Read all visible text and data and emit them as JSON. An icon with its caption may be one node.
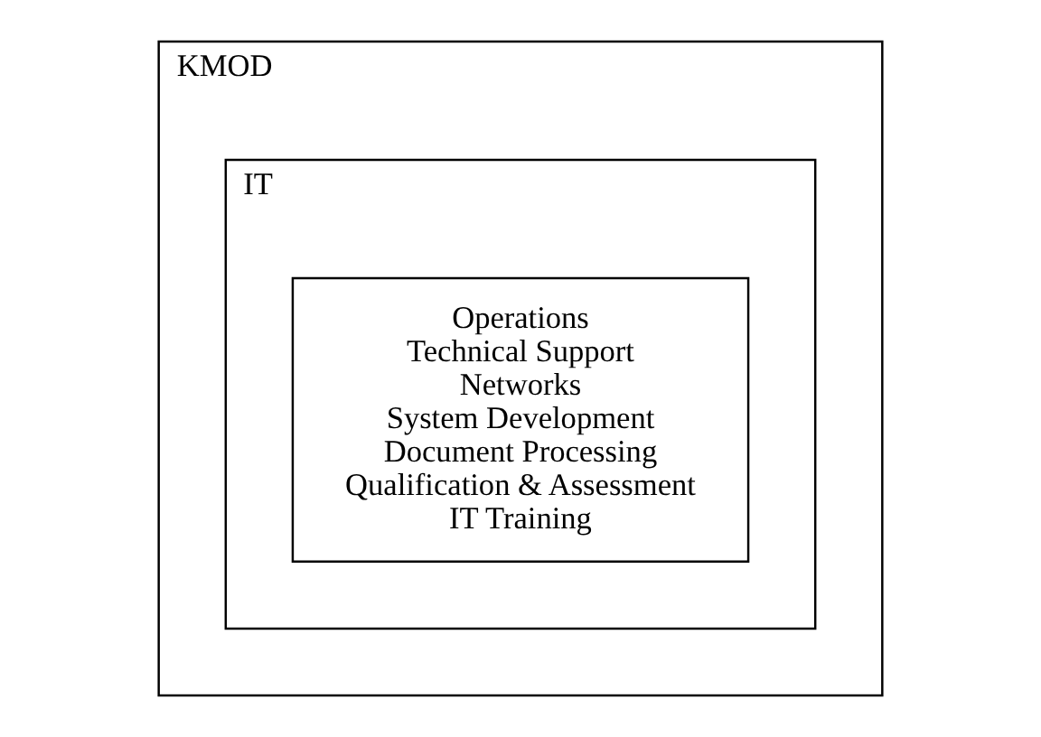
{
  "diagram": {
    "nodes": [
      {
        "text": [
          "KMOD"
        ]
      },
      {
        "text": [
          "IT"
        ],
        "in": 0
      },
      {
        "text": [
          "Operations",
          "Technical Support",
          "Networks",
          "System Development",
          "Document Processing",
          "Qualification & Assessment",
          "IT Training"
        ],
        "in": 1
      }
    ],
    "edges": []
  }
}
